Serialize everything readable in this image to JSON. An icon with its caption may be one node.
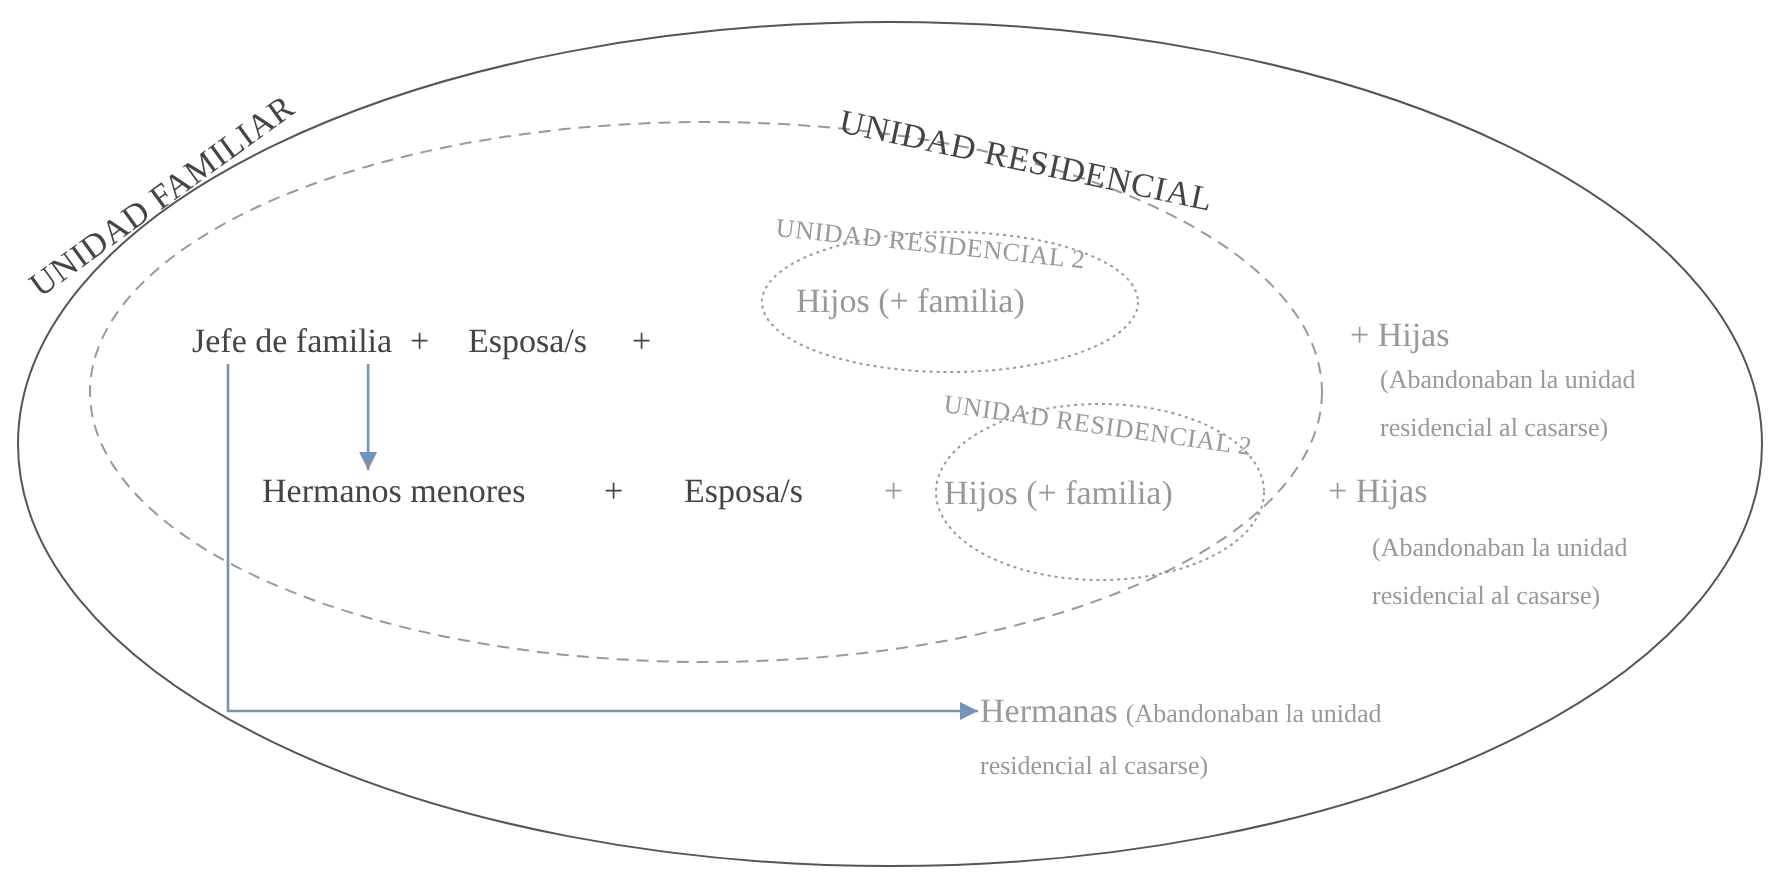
{
  "diagram": {
    "nodes": [
      {
        "text": [
          "UNIDAD FAMILIAR"
        ]
      },
      {
        "text": [
          "UNIDAD RESIDENCIAL"
        ],
        "in": 0
      },
      {
        "text": [
          "Jefe de familia"
        ],
        "in": 1
      },
      {
        "text": [
          "UNIDAD RESIDENCIAL 2",
          "Hijos (+ familia)"
        ],
        "in": 1
      },
      {
        "text": [
          "Hermanos menores"
        ],
        "in": 1
      },
      {
        "text": [
          "UNIDAD RESIDENCIAL 2",
          "Hijos (+ familia)"
        ],
        "in": 1
      },
      {
        "text": [
          "Hermanas"
        ],
        "beside": [
          "(Abandonaban la unidad residencial al casarse)"
        ],
        "in": 0
      }
    ],
    "edges": [
      {
        "from": 2,
        "to": 4,
        "arrow": "to"
      },
      {
        "from": 2,
        "to": 6,
        "arrow": "to"
      }
    ],
    "labels": [
      "+",
      "Esposa/s",
      "+",
      "+ Hijas",
      "(Abandonaban la unidad residencial al casarse)",
      "+",
      "Esposa/s",
      "+",
      "+ Hijas",
      "(Abandonaban la unidad residencial al casarse)"
    ]
  }
}
